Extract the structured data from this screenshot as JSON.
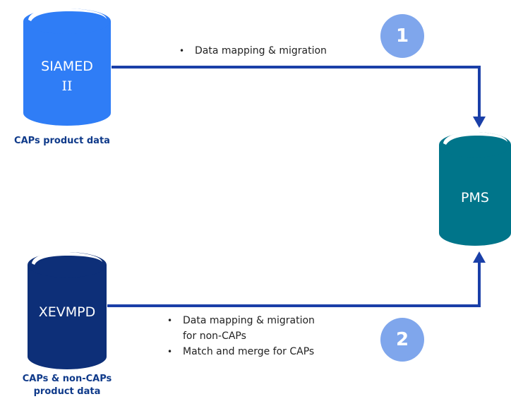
{
  "databases": {
    "siamed": {
      "label_line1": "SIAMED",
      "label_line2": "II",
      "caption_line1": "CAPs product data",
      "color": "#2f7df6"
    },
    "xevmpd": {
      "label_line1": "XEVMPD",
      "caption_line1": "CAPs & non-CAPs",
      "caption_line2": "product data",
      "color": "#0d2f78"
    },
    "pms": {
      "label_line1": "PMS",
      "color": "#00758a"
    }
  },
  "steps": [
    {
      "number": "1",
      "notes": [
        "Data mapping & migration"
      ]
    },
    {
      "number": "2",
      "notes": [
        "Data mapping & migration",
        "for non-CAPs",
        "Match and merge for CAPs"
      ]
    }
  ],
  "colors": {
    "arrow": "#1a3fa8",
    "badge": "#7fa6ec",
    "caption": "#0f3a8a"
  }
}
